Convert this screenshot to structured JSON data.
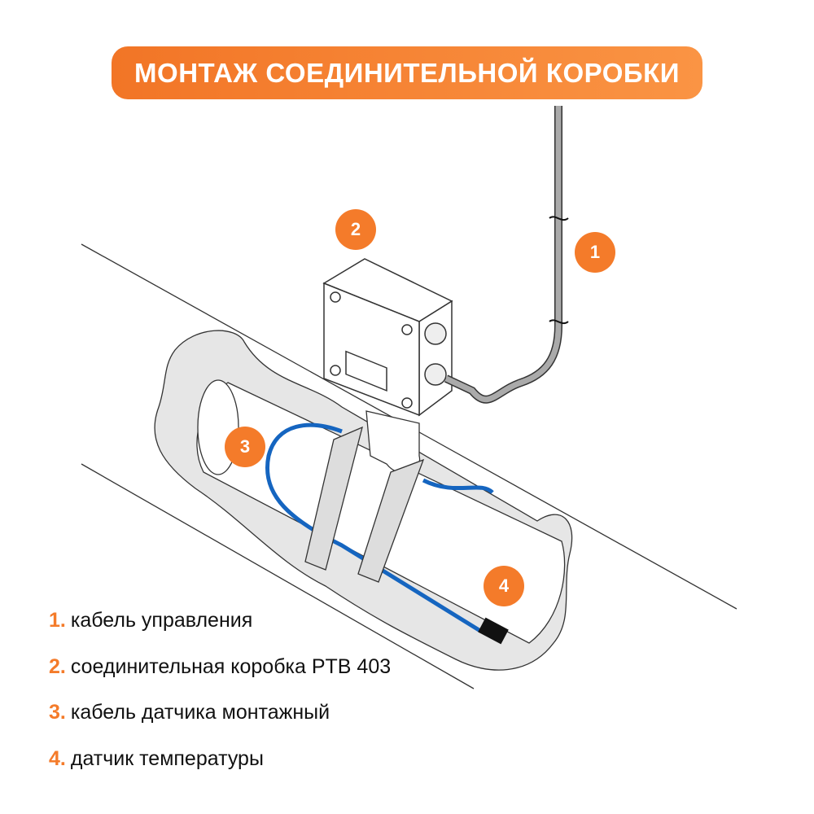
{
  "title": "МОНТАЖ СОЕДИНИТЕЛЬНОЙ КОРОБКИ",
  "badges": [
    "1",
    "2",
    "3",
    "4"
  ],
  "legend": [
    {
      "num": "1.",
      "text": "кабель управления"
    },
    {
      "num": "2.",
      "text": "соединительная коробка PTB 403"
    },
    {
      "num": "3.",
      "text": "кабель датчика монтажный"
    },
    {
      "num": "4.",
      "text": "датчик температуры"
    }
  ],
  "colors": {
    "accent": "#F47B2A",
    "sensor_cable": "#1565C0",
    "control_cable": "#9E9E9E"
  }
}
